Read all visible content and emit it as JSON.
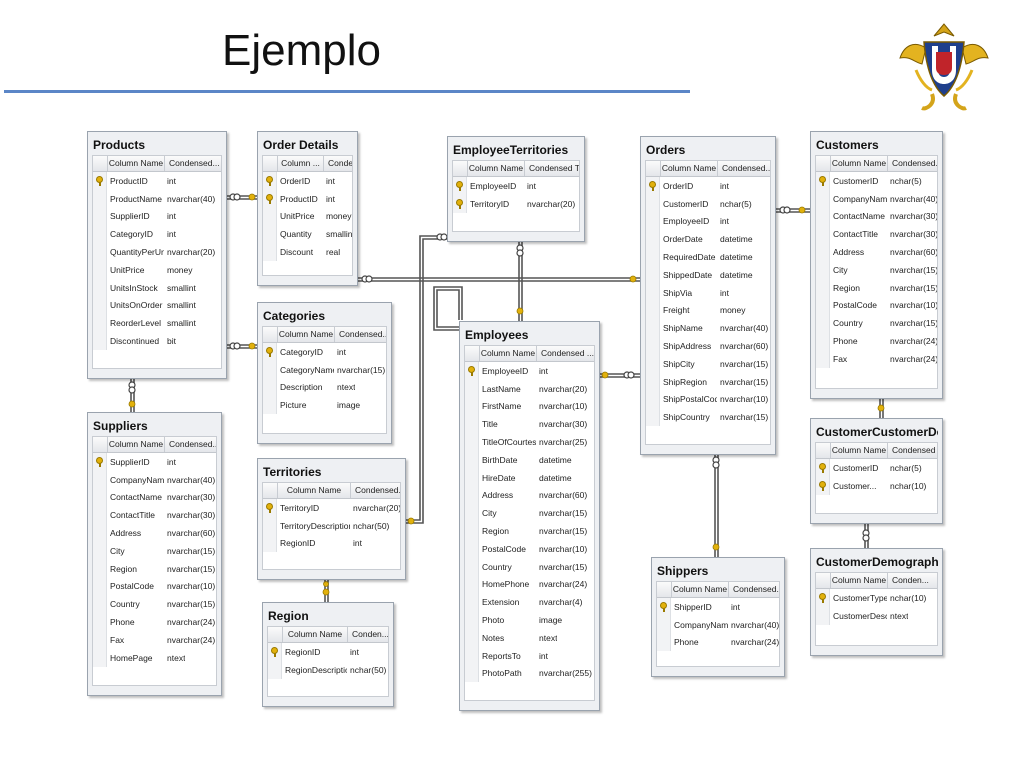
{
  "slide": {
    "title": "Ejemplo"
  },
  "icons": {
    "primary_key": "key-icon",
    "logo": "university-crest-icon"
  },
  "colors": {
    "title_rule": "#5b86c7",
    "key": "#e2b10c",
    "connector": "#555555"
  },
  "tables": {
    "products": {
      "title": "Products",
      "headers": [
        "Column Name",
        "Condensed..."
      ],
      "rows": [
        {
          "name": "ProductID",
          "type": "int",
          "pk": true
        },
        {
          "name": "ProductName",
          "type": "nvarchar(40)"
        },
        {
          "name": "SupplierID",
          "type": "int"
        },
        {
          "name": "CategoryID",
          "type": "int"
        },
        {
          "name": "QuantityPerUnit",
          "type": "nvarchar(20)"
        },
        {
          "name": "UnitPrice",
          "type": "money"
        },
        {
          "name": "UnitsInStock",
          "type": "smallint"
        },
        {
          "name": "UnitsOnOrder",
          "type": "smallint"
        },
        {
          "name": "ReorderLevel",
          "type": "smallint"
        },
        {
          "name": "Discontinued",
          "type": "bit"
        }
      ]
    },
    "order_details": {
      "title": "Order Details",
      "headers": [
        "Column ...",
        "Conde..."
      ],
      "rows": [
        {
          "name": "OrderID",
          "type": "int",
          "pk": true
        },
        {
          "name": "ProductID",
          "type": "int",
          "pk": true
        },
        {
          "name": "UnitPrice",
          "type": "money"
        },
        {
          "name": "Quantity",
          "type": "smallint"
        },
        {
          "name": "Discount",
          "type": "real"
        }
      ]
    },
    "employee_territories": {
      "title": "EmployeeTerritories",
      "headers": [
        "Column Name",
        "Condensed T..."
      ],
      "rows": [
        {
          "name": "EmployeeID",
          "type": "int",
          "pk": true
        },
        {
          "name": "TerritoryID",
          "type": "nvarchar(20)",
          "pk": true
        }
      ]
    },
    "orders": {
      "title": "Orders",
      "headers": [
        "Column Name",
        "Condensed..."
      ],
      "rows": [
        {
          "name": "OrderID",
          "type": "int",
          "pk": true
        },
        {
          "name": "CustomerID",
          "type": "nchar(5)"
        },
        {
          "name": "EmployeeID",
          "type": "int"
        },
        {
          "name": "OrderDate",
          "type": "datetime"
        },
        {
          "name": "RequiredDate",
          "type": "datetime"
        },
        {
          "name": "ShippedDate",
          "type": "datetime"
        },
        {
          "name": "ShipVia",
          "type": "int"
        },
        {
          "name": "Freight",
          "type": "money"
        },
        {
          "name": "ShipName",
          "type": "nvarchar(40)"
        },
        {
          "name": "ShipAddress",
          "type": "nvarchar(60)"
        },
        {
          "name": "ShipCity",
          "type": "nvarchar(15)"
        },
        {
          "name": "ShipRegion",
          "type": "nvarchar(15)"
        },
        {
          "name": "ShipPostalCode",
          "type": "nvarchar(10)"
        },
        {
          "name": "ShipCountry",
          "type": "nvarchar(15)"
        }
      ]
    },
    "customers": {
      "title": "Customers",
      "headers": [
        "Column Name",
        "Condensed..."
      ],
      "rows": [
        {
          "name": "CustomerID",
          "type": "nchar(5)",
          "pk": true
        },
        {
          "name": "CompanyName",
          "type": "nvarchar(40)"
        },
        {
          "name": "ContactName",
          "type": "nvarchar(30)"
        },
        {
          "name": "ContactTitle",
          "type": "nvarchar(30)"
        },
        {
          "name": "Address",
          "type": "nvarchar(60)"
        },
        {
          "name": "City",
          "type": "nvarchar(15)"
        },
        {
          "name": "Region",
          "type": "nvarchar(15)"
        },
        {
          "name": "PostalCode",
          "type": "nvarchar(10)"
        },
        {
          "name": "Country",
          "type": "nvarchar(15)"
        },
        {
          "name": "Phone",
          "type": "nvarchar(24)"
        },
        {
          "name": "Fax",
          "type": "nvarchar(24)"
        }
      ]
    },
    "categories": {
      "title": "Categories",
      "headers": [
        "Column Name",
        "Condensed..."
      ],
      "rows": [
        {
          "name": "CategoryID",
          "type": "int",
          "pk": true
        },
        {
          "name": "CategoryName",
          "type": "nvarchar(15)"
        },
        {
          "name": "Description",
          "type": "ntext"
        },
        {
          "name": "Picture",
          "type": "image"
        }
      ]
    },
    "employees": {
      "title": "Employees",
      "headers": [
        "Column Name",
        "Condensed ..."
      ],
      "rows": [
        {
          "name": "EmployeeID",
          "type": "int",
          "pk": true
        },
        {
          "name": "LastName",
          "type": "nvarchar(20)"
        },
        {
          "name": "FirstName",
          "type": "nvarchar(10)"
        },
        {
          "name": "Title",
          "type": "nvarchar(30)"
        },
        {
          "name": "TitleOfCourtesy",
          "type": "nvarchar(25)"
        },
        {
          "name": "BirthDate",
          "type": "datetime"
        },
        {
          "name": "HireDate",
          "type": "datetime"
        },
        {
          "name": "Address",
          "type": "nvarchar(60)"
        },
        {
          "name": "City",
          "type": "nvarchar(15)"
        },
        {
          "name": "Region",
          "type": "nvarchar(15)"
        },
        {
          "name": "PostalCode",
          "type": "nvarchar(10)"
        },
        {
          "name": "Country",
          "type": "nvarchar(15)"
        },
        {
          "name": "HomePhone",
          "type": "nvarchar(24)"
        },
        {
          "name": "Extension",
          "type": "nvarchar(4)"
        },
        {
          "name": "Photo",
          "type": "image"
        },
        {
          "name": "Notes",
          "type": "ntext"
        },
        {
          "name": "ReportsTo",
          "type": "int"
        },
        {
          "name": "PhotoPath",
          "type": "nvarchar(255)"
        }
      ]
    },
    "suppliers": {
      "title": "Suppliers",
      "headers": [
        "Column Name",
        "Condensed..."
      ],
      "rows": [
        {
          "name": "SupplierID",
          "type": "int",
          "pk": true
        },
        {
          "name": "CompanyName",
          "type": "nvarchar(40)"
        },
        {
          "name": "ContactName",
          "type": "nvarchar(30)"
        },
        {
          "name": "ContactTitle",
          "type": "nvarchar(30)"
        },
        {
          "name": "Address",
          "type": "nvarchar(60)"
        },
        {
          "name": "City",
          "type": "nvarchar(15)"
        },
        {
          "name": "Region",
          "type": "nvarchar(15)"
        },
        {
          "name": "PostalCode",
          "type": "nvarchar(10)"
        },
        {
          "name": "Country",
          "type": "nvarchar(15)"
        },
        {
          "name": "Phone",
          "type": "nvarchar(24)"
        },
        {
          "name": "Fax",
          "type": "nvarchar(24)"
        },
        {
          "name": "HomePage",
          "type": "ntext"
        }
      ]
    },
    "territories": {
      "title": "Territories",
      "headers": [
        "Column Name",
        "Condensed..."
      ],
      "rows": [
        {
          "name": "TerritoryID",
          "type": "nvarchar(20)",
          "pk": true
        },
        {
          "name": "TerritoryDescription",
          "type": "nchar(50)"
        },
        {
          "name": "RegionID",
          "type": "int"
        }
      ]
    },
    "region": {
      "title": "Region",
      "headers": [
        "Column Name",
        "Conden..."
      ],
      "rows": [
        {
          "name": "RegionID",
          "type": "int",
          "pk": true
        },
        {
          "name": "RegionDescription",
          "type": "nchar(50)"
        }
      ]
    },
    "customer_customer_demo": {
      "title": "CustomerCustomerDemo",
      "headers": [
        "Column Name",
        "Condensed T..."
      ],
      "rows": [
        {
          "name": "CustomerID",
          "type": "nchar(5)",
          "pk": true
        },
        {
          "name": "Customer...",
          "type": "nchar(10)",
          "pk": true
        }
      ]
    },
    "customer_demographics": {
      "title": "CustomerDemographics",
      "headers": [
        "Column Name",
        "Conden..."
      ],
      "rows": [
        {
          "name": "CustomerTypeID",
          "type": "nchar(10)",
          "pk": true
        },
        {
          "name": "CustomerDesc",
          "type": "ntext"
        }
      ]
    },
    "shippers": {
      "title": "Shippers",
      "headers": [
        "Column Name",
        "Condensed..."
      ],
      "rows": [
        {
          "name": "ShipperID",
          "type": "int",
          "pk": true
        },
        {
          "name": "CompanyName",
          "type": "nvarchar(40)"
        },
        {
          "name": "Phone",
          "type": "nvarchar(24)"
        }
      ]
    }
  }
}
